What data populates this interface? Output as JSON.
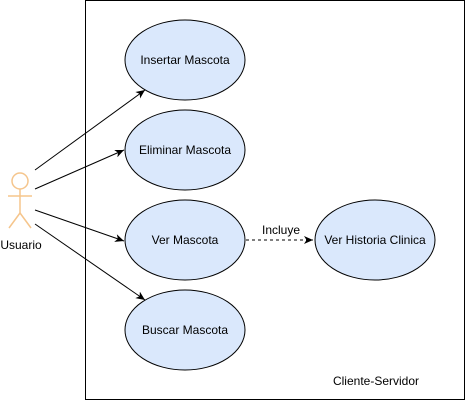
{
  "diagram": {
    "system_boundary_label": "Cliente-Servidor",
    "actor": {
      "name": "Usuario"
    },
    "use_cases": [
      {
        "id": "insertar",
        "label": "Insertar Mascota"
      },
      {
        "id": "eliminar",
        "label": "Eliminar Mascota"
      },
      {
        "id": "ver",
        "label": "Ver Mascota"
      },
      {
        "id": "buscar",
        "label": "Buscar Mascota"
      },
      {
        "id": "historia",
        "label": "Ver Historia Clinica"
      }
    ],
    "include_label": "Incluye",
    "colors": {
      "use_case_fill": "#dae8fc",
      "stroke": "#000000",
      "actor_color": "#f5c58c",
      "boundary_stroke": "#000000",
      "background": "#ffffff"
    }
  }
}
